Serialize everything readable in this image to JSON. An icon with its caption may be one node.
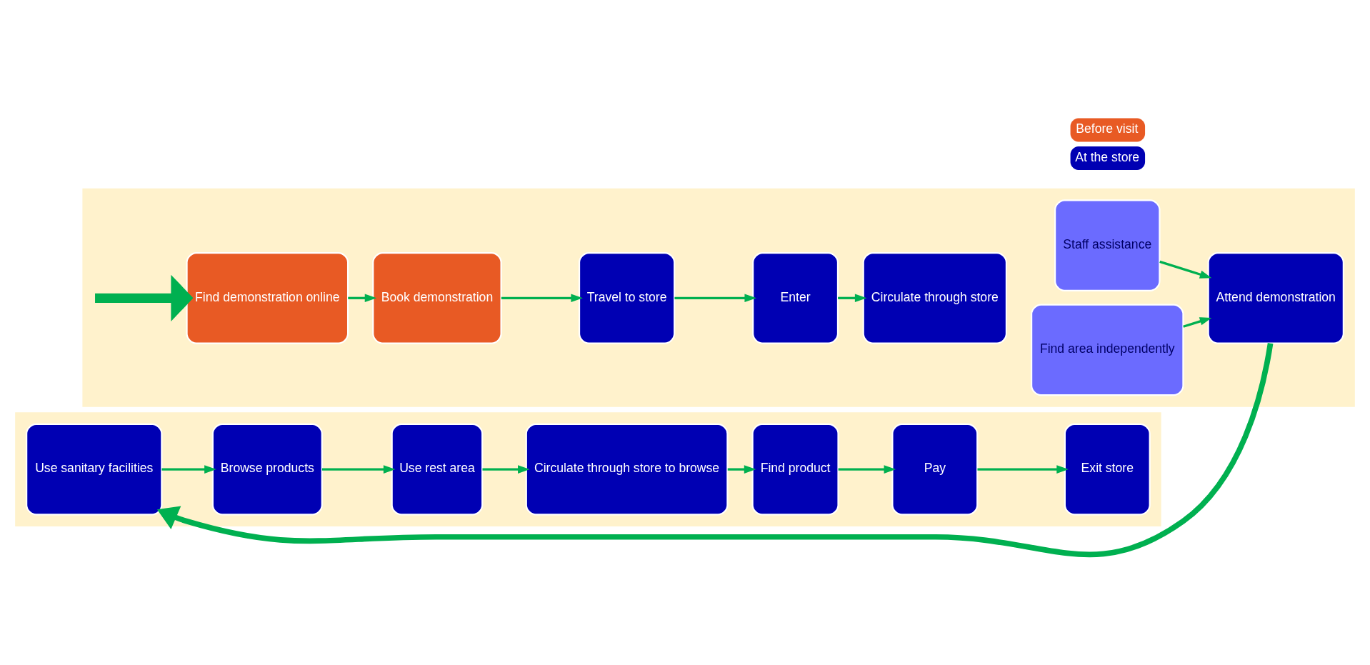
{
  "diagram": {
    "nodes": [
      {
        "text": [],
        "shape": "band"
      },
      {
        "text": [
          "Find demonstration online"
        ],
        "in": 0
      },
      {
        "text": [
          "Book demonstration"
        ],
        "in": 0
      },
      {
        "text": [
          "Travel to store"
        ],
        "in": 0
      },
      {
        "text": [
          "Enter"
        ],
        "in": 0
      },
      {
        "text": [
          "Circulate through store"
        ],
        "in": 0
      },
      {
        "text": [
          "Find area independently"
        ],
        "in": 0
      },
      {
        "text": [
          "Staff assistance"
        ],
        "in": 0
      },
      {
        "text": [
          "Attend demonstration"
        ],
        "in": 0
      },
      {
        "text": [],
        "shape": "band"
      },
      {
        "text": [
          "Use sanitary facilities"
        ],
        "in": 9
      },
      {
        "text": [
          "Browse products"
        ],
        "in": 9
      },
      {
        "text": [
          "Use rest area"
        ],
        "in": 9
      },
      {
        "text": [
          "Circulate through store to browse"
        ],
        "in": 9
      },
      {
        "text": [
          "Find product"
        ],
        "in": 9
      },
      {
        "text": [
          "Pay"
        ],
        "in": 9
      },
      {
        "text": [
          "Exit store"
        ],
        "in": 9
      }
    ],
    "edges": [
      {
        "from": null,
        "to": 1,
        "arrow": "to",
        "style": "thick"
      },
      {
        "from": 1,
        "to": 2,
        "arrow": "to"
      },
      {
        "from": 2,
        "to": 3,
        "arrow": "to"
      },
      {
        "from": 3,
        "to": 4,
        "arrow": "to"
      },
      {
        "from": 4,
        "to": 5,
        "arrow": "to"
      },
      {
        "from": 6,
        "to": 8,
        "arrow": "to"
      },
      {
        "from": 7,
        "to": 8,
        "arrow": "to"
      },
      {
        "from": 8,
        "to": 10,
        "arrow": "to",
        "style": "thick"
      },
      {
        "from": 10,
        "to": 11,
        "arrow": "to"
      },
      {
        "from": 11,
        "to": 12,
        "arrow": "to"
      },
      {
        "from": 12,
        "to": 13,
        "arrow": "to"
      },
      {
        "from": 13,
        "to": 14,
        "arrow": "to"
      },
      {
        "from": 14,
        "to": 15,
        "arrow": "to"
      },
      {
        "from": 15,
        "to": 16,
        "arrow": "to"
      }
    ],
    "legend": [
      {
        "text": "Before visit",
        "color": "#e85a24"
      },
      {
        "text": "At the store",
        "color": "#0000b3"
      }
    ]
  }
}
